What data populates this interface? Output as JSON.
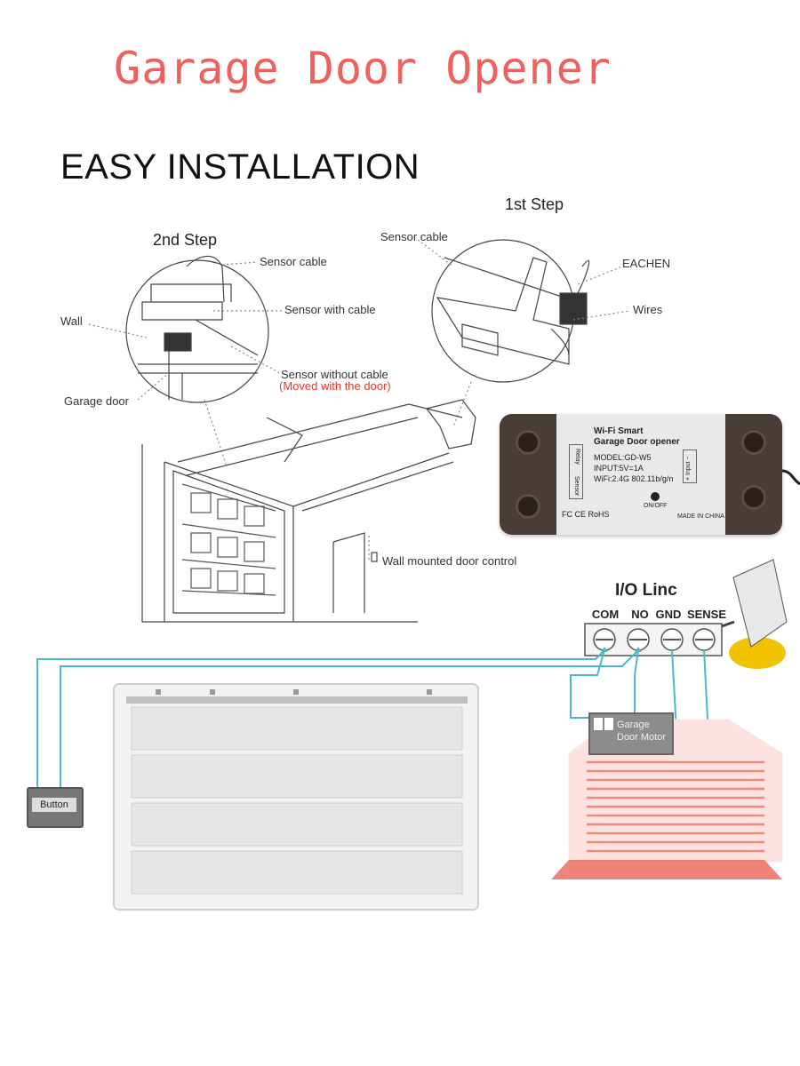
{
  "title": "Garage Door Opener",
  "heading": "EASY INSTALLATION",
  "steps": {
    "second": {
      "label": "2nd Step",
      "callouts": {
        "sensor_cable": "Sensor cable",
        "sensor_with_cable": "Sensor with cable",
        "wall": "Wall",
        "sensor_without_cable": "Sensor without cable",
        "moved_with_door": "(Moved with the door)",
        "garage_door": "Garage door"
      }
    },
    "first": {
      "label": "1st Step",
      "callouts": {
        "sensor_cable": "Sensor cable",
        "eachen": "EACHEN",
        "wires": "Wires"
      }
    }
  },
  "wall_control": "Wall mounted door control",
  "device": {
    "line1": "Wi-Fi Smart",
    "line2": "Garage Door opener",
    "model": "MODEL:GD-W5",
    "input": "INPUT:5V=1A",
    "wifi": "WiFi:2.4G 802.11b/g/n",
    "relay": "Relay",
    "sensor": "Sensor",
    "input_side": "+ Input −",
    "onoff": "ON/OFF",
    "certs": "FC CE RoHS",
    "made_in": "MADE IN CHINA"
  },
  "wiring": {
    "title": "I/O Linc",
    "terminals": [
      "COM",
      "NO",
      "GND",
      "SENSE"
    ],
    "button": "Button",
    "motor_line1": "Garage",
    "motor_line2": "Door Motor",
    "wire_color": "#4ab8c8"
  },
  "colors": {
    "title": "#f0605c",
    "sensor_warning": "#e03a2a",
    "device_body": "#e9e9ea",
    "device_ear": "#4a3d38",
    "highlight_circle": "#f2c200",
    "door_red": "#e85a4a"
  }
}
